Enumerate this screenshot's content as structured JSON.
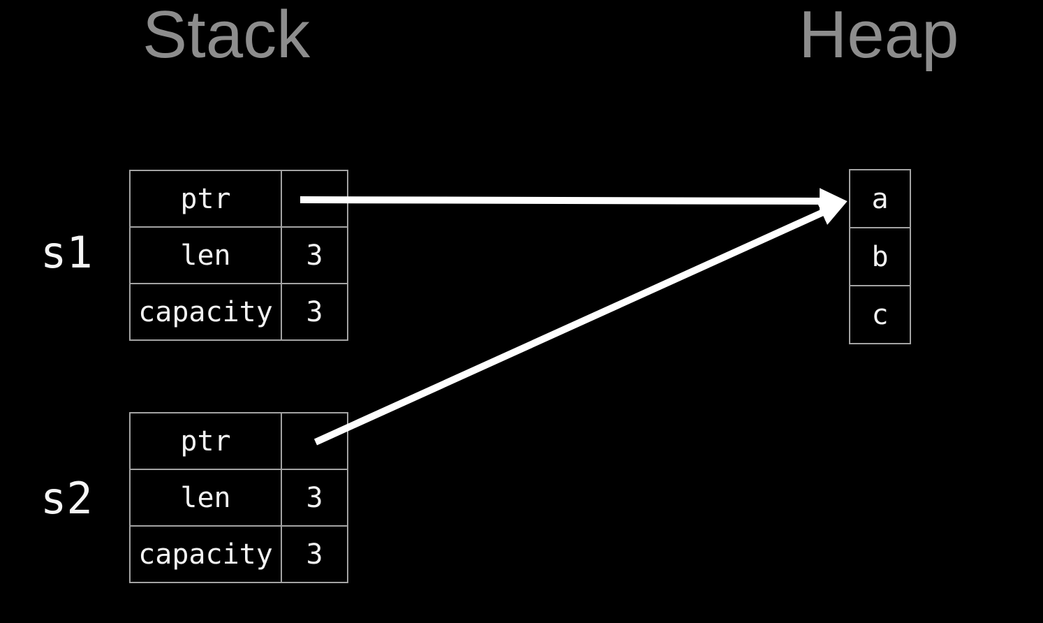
{
  "headings": {
    "stack": "Stack",
    "heap": "Heap"
  },
  "s1": {
    "label": "s1",
    "rows": [
      {
        "name": "ptr",
        "value": ""
      },
      {
        "name": "len",
        "value": "3"
      },
      {
        "name": "capacity",
        "value": "3"
      }
    ]
  },
  "s2": {
    "label": "s2",
    "rows": [
      {
        "name": "ptr",
        "value": ""
      },
      {
        "name": "len",
        "value": "3"
      },
      {
        "name": "capacity",
        "value": "3"
      }
    ]
  },
  "heap": {
    "cells": [
      "a",
      "b",
      "c"
    ]
  },
  "arrows": [
    {
      "from": "s1.ptr",
      "to": "heap.a"
    },
    {
      "from": "s2.ptr",
      "to": "heap.a"
    }
  ],
  "colors": {
    "background": "#000000",
    "heading_text": "#8d8d8d",
    "table_border": "#a3a3a3",
    "table_text": "#f2f2f2",
    "label_text": "#f5f5f5",
    "arrow": "#ffffff"
  }
}
